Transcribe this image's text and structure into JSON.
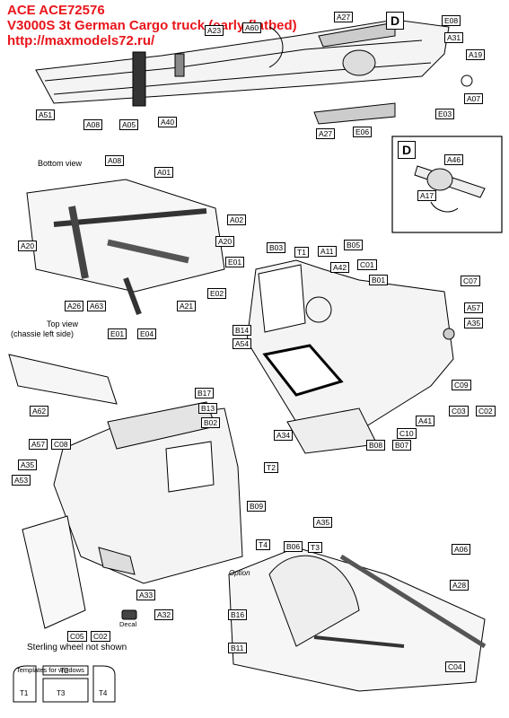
{
  "header": {
    "line1": "ACE ACE72576",
    "line2": "V3000S 3t German Cargo truck (early flatbed)",
    "line3": "http://maxmodels72.ru/"
  },
  "detail_marker": "D",
  "captions": {
    "bottom_view": "Bottom view",
    "top_view_line1": "Top view",
    "top_view_line2": "(chassie left side)",
    "option": "Option",
    "decal": "Decal",
    "sterling_note": "Sterling wheel not shown",
    "templates": "Templates for windows"
  },
  "templates": [
    "T1",
    "T2",
    "T3",
    "T4"
  ],
  "labels": {
    "chassis": [
      "A27",
      "A08",
      "A05",
      "A40",
      "A51",
      "E08",
      "A31",
      "A19",
      "A07",
      "E03",
      "A27",
      "E06",
      "A23",
      "A60"
    ],
    "detail_d": [
      "A46",
      "A17"
    ],
    "underside": [
      "A08",
      "A01",
      "A02",
      "A20",
      "A20",
      "E01",
      "E02",
      "A21",
      "A26",
      "A63",
      "E01",
      "E04",
      "A62"
    ],
    "cab_interior": [
      "B03",
      "T1",
      "A11",
      "B05",
      "A42",
      "C01",
      "B01",
      "C07",
      "A57",
      "A35",
      "B14",
      "A54",
      "C09",
      "A41",
      "A34",
      "C10",
      "C03",
      "C02",
      "B08",
      "B07"
    ],
    "cab_exterior": [
      "B17",
      "B13",
      "B02",
      "A57",
      "C08",
      "A35",
      "A53",
      "T2",
      "B09",
      "A33",
      "A32",
      "C05",
      "C02"
    ],
    "fender": [
      "A35",
      "T4",
      "B06",
      "T3",
      "A06",
      "A28",
      "B16",
      "B11",
      "C04"
    ]
  }
}
